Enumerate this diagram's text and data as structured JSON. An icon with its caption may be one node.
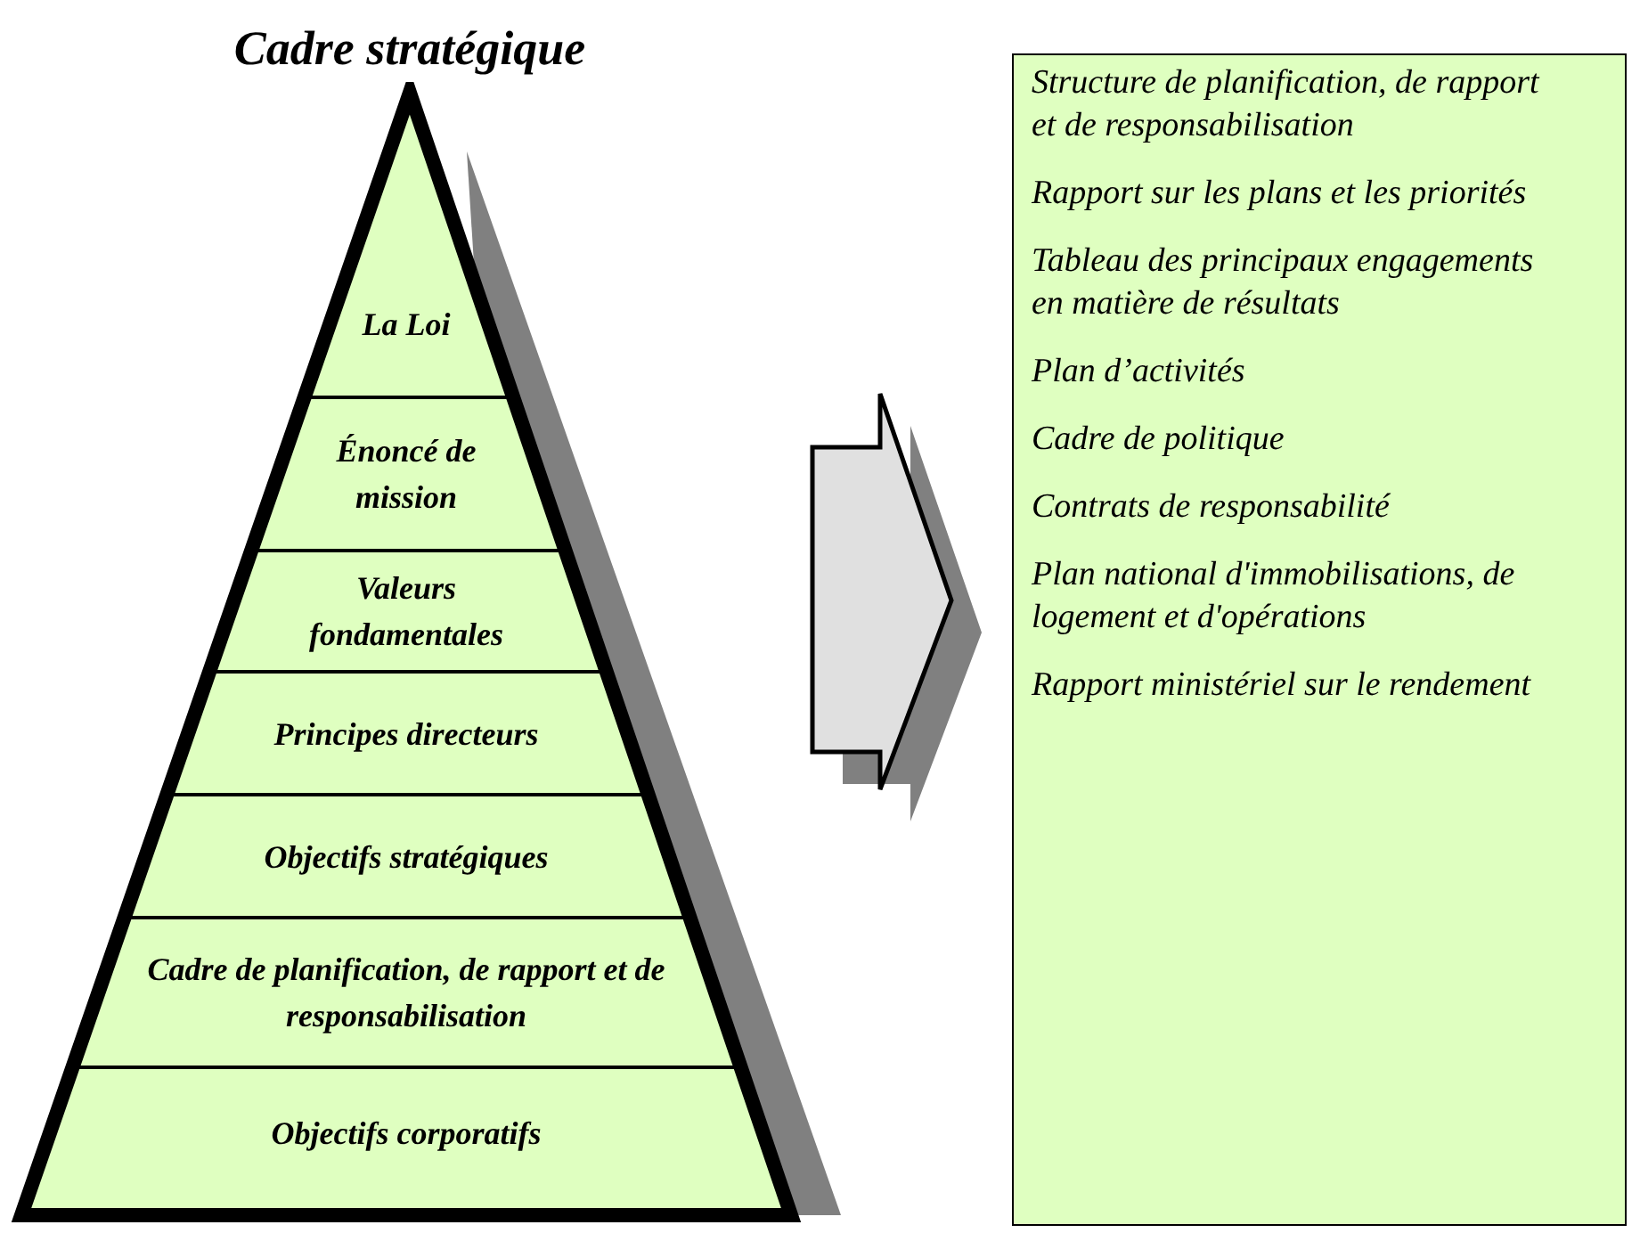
{
  "diagram": {
    "title": "Cadre stratégique",
    "nodes": [
      {
        "text": [],
        "shape": "triangle"
      },
      {
        "text": [
          "La Loi"
        ],
        "in": 0
      },
      {
        "text": [
          "Énoncé de mission"
        ],
        "in": 0
      },
      {
        "text": [
          "Valeurs fondamentales"
        ],
        "in": 0
      },
      {
        "text": [
          "Principes directeurs"
        ],
        "in": 0
      },
      {
        "text": [
          "Objectifs stratégiques"
        ],
        "in": 0
      },
      {
        "text": [
          "Cadre de planification, de rapport et de responsabilisation"
        ],
        "in": 0
      },
      {
        "text": [
          "Objectifs corporatifs"
        ],
        "in": 0
      },
      {
        "text": [
          "Structure de planification, de rapport et de responsabilisation",
          "Rapport sur les plans et les priorités",
          "Tableau des principaux engagements en matière de résultats",
          "Plan d’activités",
          "Cadre de politique",
          "Contrats de responsabilité",
          "Plan national d'immobilisations, de logement et d'opérations",
          "Rapport ministériel sur le rendement"
        ]
      }
    ],
    "edges": [
      {
        "from": 0,
        "to": 8,
        "arrow": "to"
      }
    ]
  }
}
